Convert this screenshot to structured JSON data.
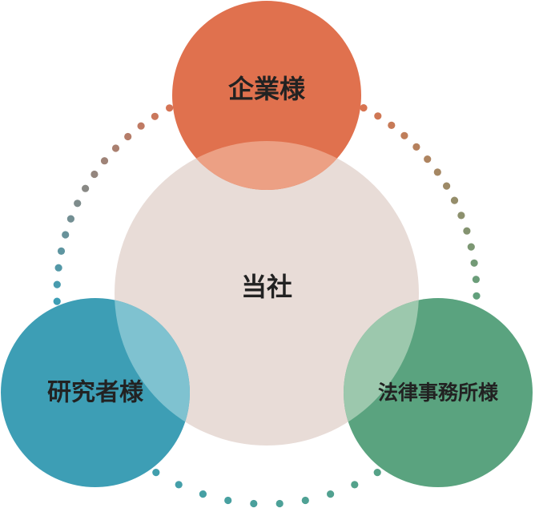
{
  "diagram": {
    "center": {
      "label": "当社",
      "color": "#e8dcd7"
    },
    "nodes": [
      {
        "id": "company",
        "label": "企業様",
        "color": "#e0714e"
      },
      {
        "id": "researcher",
        "label": "研究者様",
        "color": "#3d9eb5"
      },
      {
        "id": "lawfirm",
        "label": "法律事務所様",
        "color": "#5aa37f"
      }
    ],
    "overlap_colors": {
      "company": "#eca084",
      "researcher": "#7fc2d0",
      "lawfirm": "#9cc8ad"
    },
    "connectors": {
      "style": "dotted",
      "company_to_lawfirm": [
        "#e0714e",
        "#5aa37f"
      ],
      "researcher_to_company": [
        "#3d9eb5",
        "#e0714e"
      ],
      "researcher_to_lawfirm": [
        "#3d9eb5",
        "#5aa37f"
      ]
    }
  }
}
